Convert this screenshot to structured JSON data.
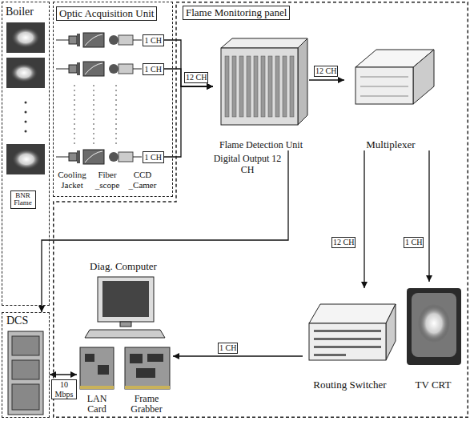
{
  "diagram": {
    "nodes": [
      {
        "text": [
          "Boiler"
        ]
      },
      {
        "text": [
          "BNR Flame"
        ],
        "in": 0
      },
      {
        "text": [
          "Optic Acquisition Unit"
        ]
      },
      {
        "text": [
          "1 CH"
        ],
        "in": 2
      },
      {
        "text": [
          "1 CH"
        ],
        "in": 2
      },
      {
        "text": [
          "1 CH"
        ],
        "in": 2
      },
      {
        "text": [
          "Flame Monitoring panel"
        ]
      },
      {
        "text": [
          "Flame Detection Unit"
        ],
        "in": 6
      },
      {
        "text": [
          "Multiplexer"
        ],
        "in": 6
      },
      {
        "text": [
          "Routing Switcher"
        ],
        "in": 6
      },
      {
        "text": [
          "TV CRT"
        ],
        "in": 6
      },
      {
        "text": [
          "Diag. Computer"
        ],
        "in": 6
      },
      {
        "text": [
          "LAN Card"
        ],
        "in": 6
      },
      {
        "text": [
          "Frame Grabber"
        ],
        "in": 6
      },
      {
        "text": [
          "DCS"
        ]
      }
    ],
    "edges": [
      {
        "from": 3,
        "to": 7,
        "arrow": "to",
        "label": "12 CH"
      },
      {
        "from": 4,
        "to": 7,
        "arrow": "to"
      },
      {
        "from": 5,
        "to": 7,
        "arrow": "to"
      },
      {
        "from": 7,
        "to": 8,
        "arrow": "to",
        "label": "12 CH"
      },
      {
        "from": 7,
        "to": 14,
        "arrow": "to",
        "label": "Digital Output 12 CH"
      },
      {
        "from": 8,
        "to": 9,
        "arrow": "to",
        "label": "12 CH"
      },
      {
        "from": 8,
        "to": 10,
        "arrow": "to",
        "label": "1 CH"
      },
      {
        "from": 9,
        "to": 13,
        "arrow": "to",
        "label": "1 CH"
      },
      {
        "from": 12,
        "to": 14,
        "arrow": "both",
        "label": "10 Mbps"
      }
    ],
    "labels": [
      "Cooling Jacket",
      "Fiber _scope",
      "CCD _Camer"
    ]
  }
}
